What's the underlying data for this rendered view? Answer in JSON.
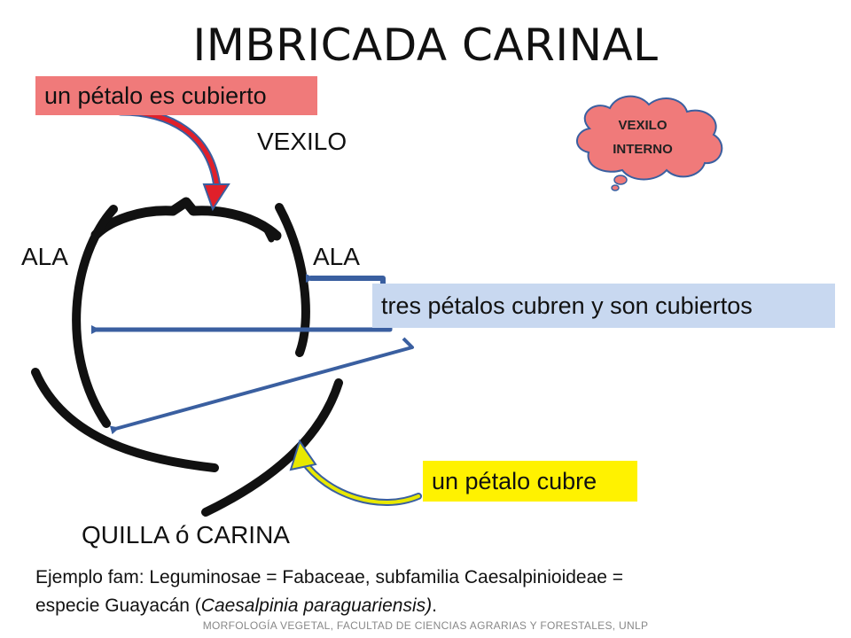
{
  "title": "IMBRICADA CARINAL",
  "labels": {
    "cubierto": "un pétalo es cubierto",
    "vexilo": "VEXILO",
    "ala_left": "ALA",
    "ala_right": "ALA",
    "tres": "tres pétalos cubren y son cubiertos",
    "cubre": "un pétalo cubre",
    "quilla": "QUILLA ó CARINA"
  },
  "callout": {
    "line1": "VEXILO",
    "line2": "INTERNO"
  },
  "example": {
    "line1": "Ejemplo fam: Leguminosae = Fabaceae, subfamilia Caesalpinioideae =",
    "line2_prefix": "especie Guayacán (",
    "line2_italic": "Caesalpinia paraguariensis)",
    "line2_suffix": "."
  },
  "footer": "MORFOLOGÍA VEGETAL, FACULTAD DE CIENCIAS AGRARIAS Y FORESTALES, UNLP",
  "colors": {
    "red_box": "#f07a7a",
    "blue_box": "#c8d8f0",
    "yellow_box": "#fff200",
    "cloud_fill": "#f07a7a",
    "red_arrow": "#e0202a",
    "blue_arrow": "#3a5fa0",
    "yellow_arrow": "#e8e800"
  }
}
